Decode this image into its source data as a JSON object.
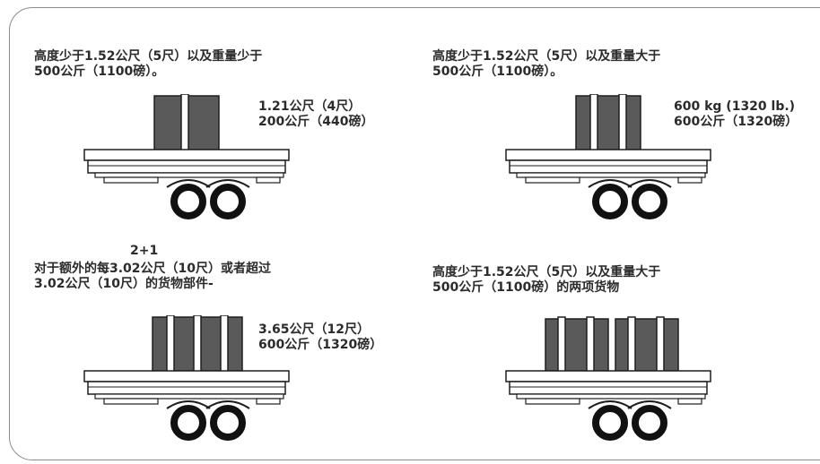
{
  "panels": [
    {
      "heading": [
        "高度少于1.52公尺（5尺）以及重量少于",
        "500公斤（1100磅）。"
      ],
      "specs": [
        "1.21公尺（4尺）",
        "200公斤（440磅）"
      ]
    },
    {
      "heading": [
        "高度少于1.52公尺（5尺）以及重量大于",
        "500公斤（1100磅）。"
      ],
      "specs": [
        "600 kg (1320 lb.)",
        "600公斤（1320磅）"
      ]
    },
    {
      "marker": "2+1",
      "heading": [
        "对于额外的每3.02公尺（10尺）或者超过",
        "3.02公尺（10尺）的货物部件-"
      ],
      "specs": [
        "3.65公尺（12尺）",
        "600公斤（1320磅）"
      ]
    },
    {
      "heading": [
        "高度少于1.52公尺（5尺）以及重量大于",
        "500公斤（1100磅）的两项货物"
      ],
      "specs": []
    }
  ],
  "colors": {
    "cargo": "#5a5a5a",
    "outline": "#1e1e1e",
    "frame": "#8c8c8c"
  }
}
